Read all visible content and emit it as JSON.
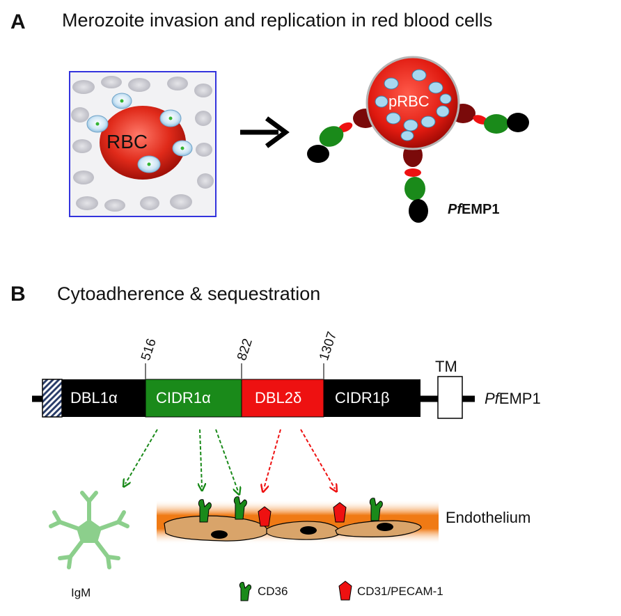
{
  "panel_a": {
    "letter": "A",
    "title": "Merozoite invasion and replication in red blood cells",
    "rbc_label": "RBC",
    "prbc_label": "pRBC",
    "pfemp_prefix": "Pf",
    "pfemp_suffix": "EMP1"
  },
  "panel_b": {
    "letter": "B",
    "title": "Cytoadherence & sequestration",
    "positions": [
      "516",
      "822",
      "1307"
    ],
    "domains": [
      {
        "label": "DBL1α",
        "color": "#000000"
      },
      {
        "label": "CIDR1α",
        "color": "#1a8a1a"
      },
      {
        "label": "DBL2δ",
        "color": "#ee1111"
      },
      {
        "label": "CIDR1β",
        "color": "#000000"
      }
    ],
    "tm_label": "TM",
    "protein_prefix": "Pf",
    "protein_suffix": "EMP1",
    "endothelium_label": "Endothelium",
    "legend": {
      "igm": "IgM",
      "cd36": "CD36",
      "cd31": "CD31/PECAM-1"
    }
  },
  "colors": {
    "black_domain": "#000000",
    "green_domain": "#1a8a1a",
    "red_domain": "#ee1111",
    "igm": "#8ccf8c",
    "endothelium": "#f07a14",
    "cell": "#d9a46a"
  }
}
